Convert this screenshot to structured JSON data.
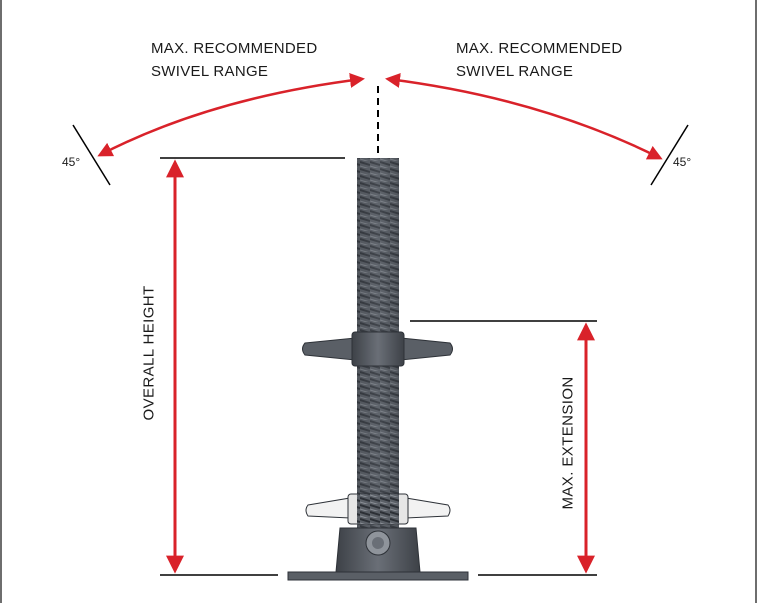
{
  "swivel_left": {
    "line1": "MAX. RECOMMENDED",
    "line2": "SWIVEL RANGE"
  },
  "swivel_right": {
    "line1": "MAX. RECOMMENDED",
    "line2": "SWIVEL RANGE"
  },
  "angle_left": "45°",
  "angle_right": "45°",
  "overall_height_label": "OVERALL HEIGHT",
  "max_extension_label": "MAX. EXTENSION",
  "colors": {
    "arrow": "#d9222a",
    "line": "#000000",
    "screw": "#4c5158",
    "metal": "#5a5f66"
  }
}
